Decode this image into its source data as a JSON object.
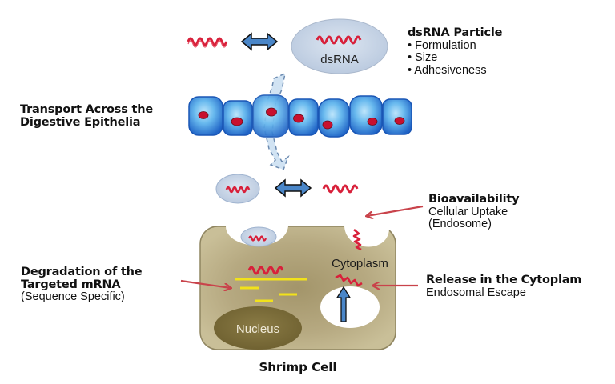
{
  "diagram": {
    "particle": {
      "title": "dsRNA Particle",
      "bullets": [
        "• Formulation",
        "• Size",
        "• Adhesiveness"
      ],
      "vesicle_label": "dsRNA"
    },
    "transport": {
      "line1": "Transport Across the",
      "line2": "Digestive Epithelia"
    },
    "bioavailability": {
      "title": "Bioavailability",
      "line1": "Cellular Uptake",
      "line2": "(Endosome)"
    },
    "degradation": {
      "line1": "Degradation of the",
      "line2": "Targeted mRNA",
      "line3": "(Sequence Specific)"
    },
    "release": {
      "title": "Release in the Cytoplam",
      "line1": "Endosomal Escape"
    },
    "cell": {
      "cytoplasm_label": "Cytoplasm",
      "nucleus_label": "Nucleus",
      "caption": "Shrimp Cell"
    },
    "colors": {
      "rna": "#d8203a",
      "arrow_red": "#c9434b",
      "double_arrow": "#4a86c8",
      "cell_fill": "#b3a57c",
      "nucleus": "#7a6b35",
      "vesicle": "#c5d3e6",
      "epithelium": "#3f8fe0",
      "fragments": "#f2e21a"
    }
  }
}
